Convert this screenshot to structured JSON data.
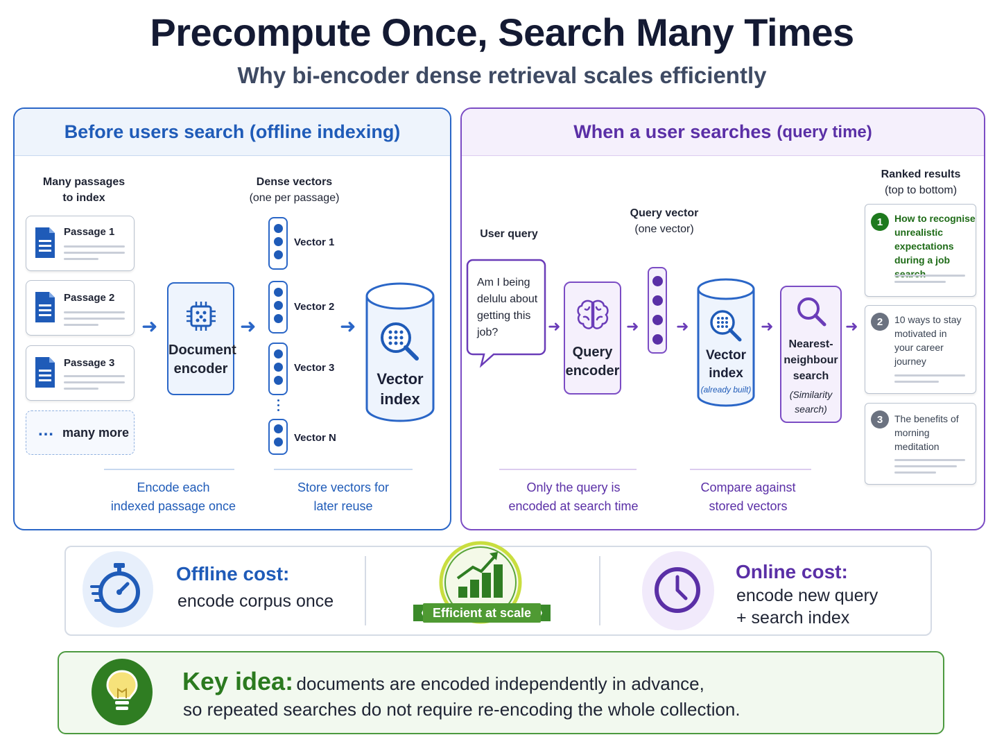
{
  "title": "Precompute Once, Search Many Times",
  "subtitle": "Why bi-encoder dense retrieval scales efficiently",
  "offline": {
    "heading": "Before users search (offline indexing)",
    "passages_label_1": "Many passages",
    "passages_label_2": "to index",
    "passages": [
      "Passage 1",
      "Passage 2",
      "Passage 3"
    ],
    "more": "many more",
    "more_dots": "…",
    "encoder_1": "Document",
    "encoder_2": "encoder",
    "vectors_label_1": "Dense vectors",
    "vectors_label_2": "(one per passage)",
    "vectors": [
      "Vector 1",
      "Vector 2",
      "Vector 3",
      "Vector N"
    ],
    "index_1": "Vector",
    "index_2": "index",
    "caption1_a": "Encode each",
    "caption1_b": "indexed passage once",
    "caption2_a": "Store vectors for",
    "caption2_b": "later reuse"
  },
  "online": {
    "heading_main": "When a user searches",
    "heading_small": "(query time)",
    "user_query_label": "User query",
    "query_text": [
      "Am I being",
      "delulu about",
      "getting this",
      "job?"
    ],
    "encoder_1": "Query",
    "encoder_2": "encoder",
    "qvec_label_1": "Query vector",
    "qvec_label_2": "(one vector)",
    "index_1": "Vector",
    "index_2": "index",
    "index_note": "(already built)",
    "nn_1": "Nearest-",
    "nn_2": "neighbour",
    "nn_3": "search",
    "nn_note_1": "(Similarity",
    "nn_note_2": "search)",
    "results_label_1": "Ranked results",
    "results_label_2": "(top to bottom)",
    "results": [
      {
        "rank": "1",
        "lines": [
          "How to recognise",
          "unrealistic",
          "expectations",
          "during a job search"
        ]
      },
      {
        "rank": "2",
        "lines": [
          "10 ways to stay",
          "motivated in",
          "your career",
          "journey"
        ]
      },
      {
        "rank": "3",
        "lines": [
          "The benefits of",
          "morning",
          "meditation"
        ]
      }
    ],
    "caption1_a": "Only the query is",
    "caption1_b": "encoded at search time",
    "caption2_a": "Compare against",
    "caption2_b": "stored vectors"
  },
  "costs": {
    "offline_title": "Offline cost:",
    "offline_text": "encode corpus once",
    "badge": "Efficient at scale",
    "online_title": "Online cost:",
    "online_text_1": "encode new query",
    "online_text_2": "+ search index"
  },
  "key": {
    "head": "Key idea:",
    "text_1": "documents are encoded independently in advance,",
    "text_2": "so repeated searches do not require re-encoding the whole collection."
  },
  "colors": {
    "offline_accent": "#2a66c7",
    "online_accent": "#7b4cc4",
    "key_accent": "#2b7a1f",
    "rank1": "#1e7a1e",
    "rank_other": "#6b7280"
  },
  "icons": [
    "document-icon",
    "chip-icon",
    "database-search-icon",
    "brain-icon",
    "magnifier-icon",
    "stopwatch-icon",
    "clock-icon",
    "bar-chart-icon",
    "lightbulb-icon"
  ]
}
